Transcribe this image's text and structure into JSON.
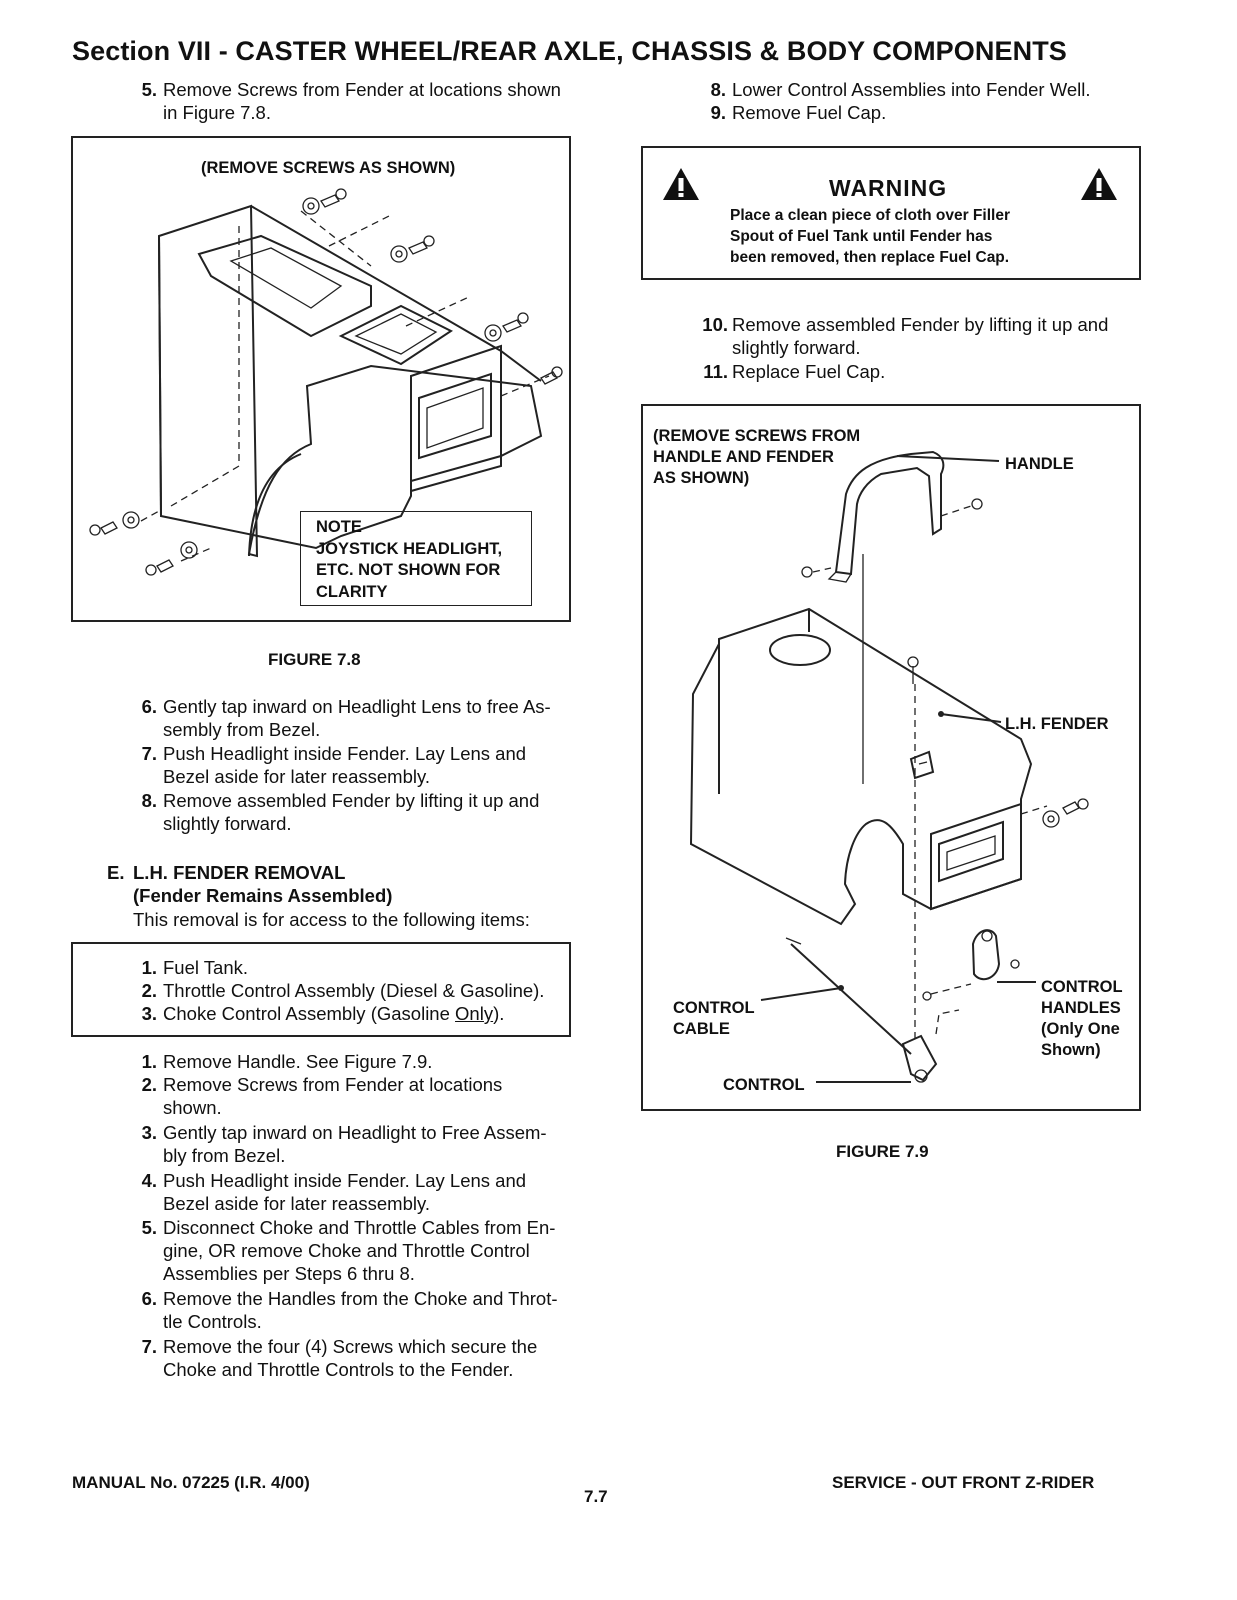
{
  "header": {
    "title": "Section VII - CASTER WHEEL/REAR AXLE, CHASSIS & BODY COMPONENTS"
  },
  "left": {
    "steps_top": [
      {
        "num": "5.",
        "lines": [
          "Remove Screws from Fender at locations shown",
          "in Figure 7.8."
        ]
      }
    ],
    "figure78": {
      "callout": "(REMOVE SCREWS AS SHOWN)",
      "note": "NOTE\nJOYSTICK HEADLIGHT,\nETC. NOT SHOWN FOR\nCLARITY",
      "caption": "FIGURE 7.8"
    },
    "steps_mid": [
      {
        "num": "6.",
        "lines": [
          "Gently tap inward on Headlight Lens to free As-",
          "sembly from Bezel."
        ]
      },
      {
        "num": "7.",
        "lines": [
          "Push Headlight inside Fender.  Lay Lens and",
          "Bezel aside for later reassembly."
        ]
      },
      {
        "num": "8.",
        "lines": [
          "Remove assembled Fender by lifting it up and",
          "slightly forward."
        ]
      }
    ],
    "section_e": {
      "letter": "E.",
      "heading": "L.H. FENDER REMOVAL\n(Fender Remains Assembled)",
      "intro": "This removal is for access to the following items:"
    },
    "access_items": [
      {
        "num": "1.",
        "text": "Fuel Tank."
      },
      {
        "num": "2.",
        "text": "Throttle Control Assembly (Diesel & Gasoline)."
      },
      {
        "num": "3.",
        "text_before": "Choke Control Assembly (Gasoline ",
        "text_underline": "Only",
        "text_after": ")."
      }
    ],
    "steps_bottom": [
      {
        "num": "1.",
        "lines": [
          "Remove Handle.  See Figure 7.9."
        ]
      },
      {
        "num": "2.",
        "lines": [
          "Remove Screws from Fender at locations",
          "shown."
        ]
      },
      {
        "num": "3.",
        "lines": [
          "Gently tap inward on Headlight to Free Assem-",
          "bly from Bezel."
        ]
      },
      {
        "num": "4.",
        "lines": [
          "Push Headlight inside Fender.  Lay Lens and",
          "Bezel aside for later reassembly."
        ]
      },
      {
        "num": "5.",
        "lines": [
          "Disconnect Choke and Throttle Cables from En-",
          "gine, OR remove Choke and Throttle Control",
          "Assemblies per Steps 6 thru 8."
        ]
      },
      {
        "num": "6.",
        "lines": [
          "Remove the Handles from the Choke and Throt-",
          "tle Controls."
        ]
      },
      {
        "num": "7.",
        "lines": [
          "Remove the four (4) Screws which secure the",
          "Choke and Throttle Controls to the Fender."
        ]
      }
    ]
  },
  "right": {
    "steps_top": [
      {
        "num": "8.",
        "lines": [
          "Lower Control Assemblies into Fender Well."
        ]
      },
      {
        "num": "9.",
        "lines": [
          "Remove Fuel Cap."
        ]
      }
    ],
    "warning": {
      "title": "WARNING",
      "body": "Place a clean piece of cloth over Filler\nSpout of Fuel Tank until Fender has\nbeen removed, then replace Fuel Cap."
    },
    "steps_mid": [
      {
        "num": "10.",
        "lines": [
          "Remove assembled Fender by lifting it up and",
          "slightly forward."
        ]
      },
      {
        "num": "11.",
        "lines": [
          "Replace Fuel Cap."
        ]
      }
    ],
    "figure79": {
      "callout": "(REMOVE SCREWS FROM\n HANDLE AND FENDER\n AS SHOWN)",
      "handle": "HANDLE",
      "fender": "L.H. FENDER",
      "control_cable": "CONTROL\nCABLE",
      "control_handles": "CONTROL\nHANDLES\n(Only One\n  Shown)",
      "control": "CONTROL",
      "caption": "FIGURE 7.9"
    }
  },
  "footer": {
    "manual": "MANUAL No. 07225 (I.R. 4/00)",
    "page": "7.7",
    "service": "SERVICE - OUT FRONT Z-RIDER"
  }
}
